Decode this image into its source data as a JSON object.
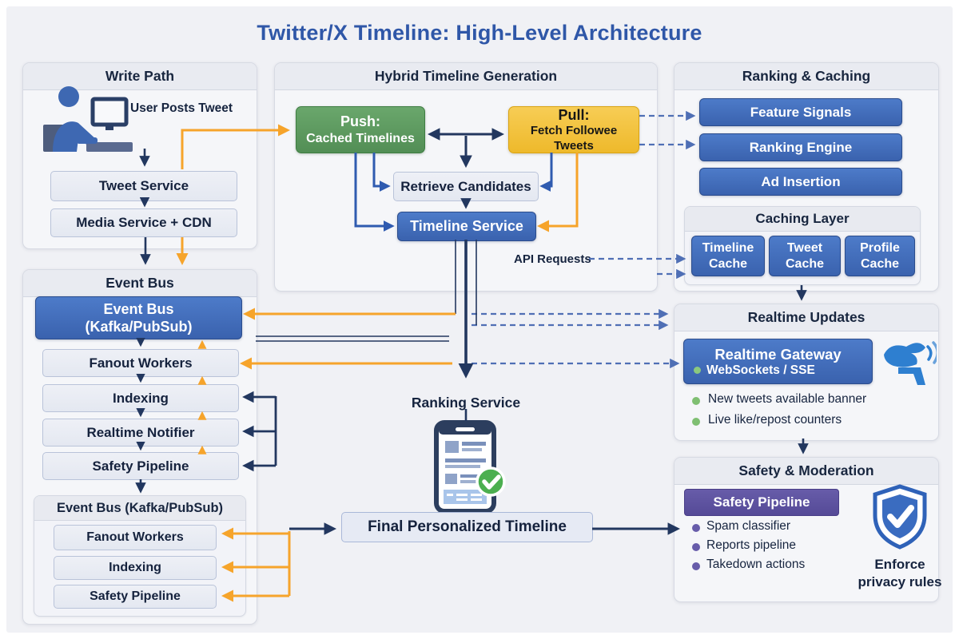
{
  "title": "Twitter/X Timeline: High-Level Architecture",
  "write_path": {
    "header": "Write Path",
    "user_label": "User Posts Tweet",
    "tweet_service": "Tweet Service",
    "media_service": "Media Service + CDN"
  },
  "event_bus": {
    "header": "Event Bus",
    "main_line1": "Event Bus",
    "main_line2": "(Kafka/PubSub)",
    "stages": [
      "Fanout Workers",
      "Indexing",
      "Realtime Notifier",
      "Safety Pipeline"
    ],
    "subpanel": {
      "header": "Event Bus (Kafka/PubSub)",
      "stages": [
        "Fanout Workers",
        "Indexing",
        "Safety Pipeline"
      ]
    }
  },
  "hybrid": {
    "header": "Hybrid Timeline Generation",
    "push_line1": "Push:",
    "push_line2": "Cached Timelines",
    "pull_line1": "Pull:",
    "pull_line2": "Fetch Followee Tweets",
    "retrieve": "Retrieve Candidates",
    "timeline_service": "Timeline Service",
    "api_requests": "API Requests"
  },
  "ranking_caching": {
    "header": "Ranking & Caching",
    "services": [
      "Feature Signals",
      "Ranking Engine",
      "Ad Insertion"
    ],
    "caching": {
      "header": "Caching Layer",
      "caches": [
        "Timeline Cache",
        "Tweet Cache",
        "Profile Cache"
      ]
    }
  },
  "realtime": {
    "header": "Realtime Updates",
    "gateway_title": "Realtime Gateway",
    "gateway_subtitle": "WebSockets / SSE",
    "features": [
      "New tweets available banner",
      "Live like/repost counters"
    ]
  },
  "safety": {
    "header": "Safety & Moderation",
    "pipeline": "Safety Pipeline",
    "items": [
      "Spam classifier",
      "Reports pipeline",
      "Takedown actions"
    ],
    "shield_caption_line1": "Enforce",
    "shield_caption_line2": "privacy rules"
  },
  "center": {
    "ranking_service": "Ranking Service",
    "final_timeline": "Final Personalized Timeline"
  },
  "colors": {
    "title_blue": "#2f57a8",
    "node_blue": "#3f6ab5",
    "push_green": "#5a9a5d",
    "pull_yellow": "#f2c33d",
    "safety_purple": "#5c51a1",
    "flow_orange": "#f6a42b",
    "flow_navy": "#22375f",
    "flow_dashed_blue": "#4f6fb5"
  }
}
